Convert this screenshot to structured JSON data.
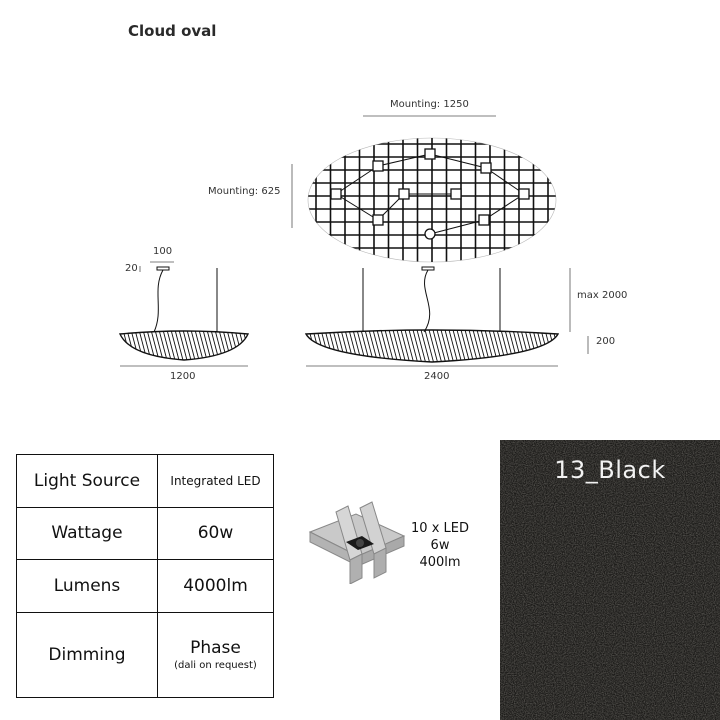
{
  "title": "Cloud oval",
  "dimensions": {
    "mounting_width": "Mounting: 1250",
    "mounting_depth": "Mounting: 625",
    "canopy_width": "100",
    "canopy_height": "20",
    "short_length": "1200",
    "long_length": "2400",
    "max_drop": "max 2000",
    "body_height": "200"
  },
  "specs": [
    {
      "label": "Light Source",
      "value": "Integrated LED",
      "note": ""
    },
    {
      "label": "Wattage",
      "value": "60w",
      "note": ""
    },
    {
      "label": "Lumens",
      "value": "4000lm",
      "note": ""
    },
    {
      "label": "Dimming",
      "value": "Phase",
      "note": "(dali on request)"
    }
  ],
  "led": {
    "line1": "10 x LED",
    "line2": "6w",
    "line3": "400lm"
  },
  "swatch": {
    "label": "13_Black",
    "color": "#1c1b19"
  }
}
